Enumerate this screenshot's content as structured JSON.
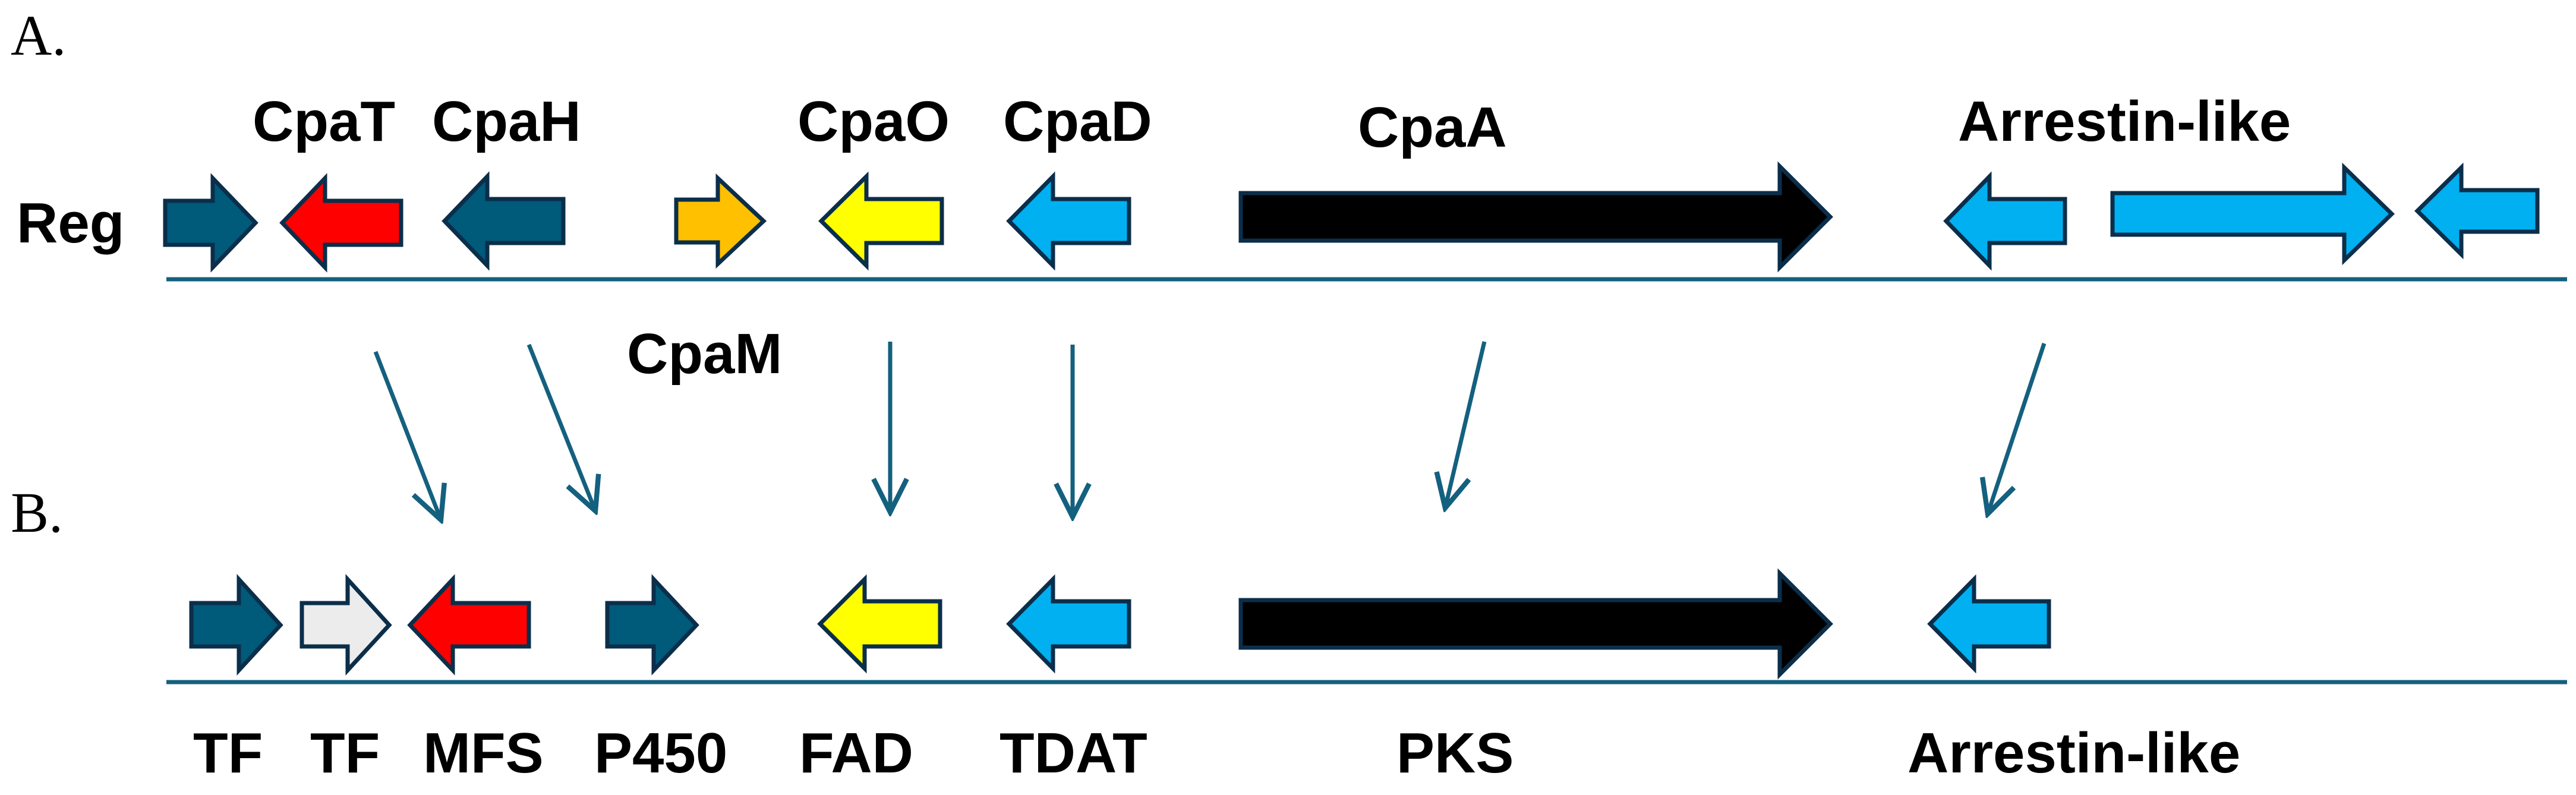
{
  "panels": {
    "a": {
      "letter": "A."
    },
    "b": {
      "letter": "B."
    }
  },
  "labels": {
    "reg": "Reg",
    "cpat": "CpaT",
    "cpah": "CpaH",
    "cpao": "CpaO",
    "cpad": "CpaD",
    "cpaa": "CpaA",
    "arrestin_top": "Arrestin-like",
    "cpam": "CpaM",
    "tf1": "TF",
    "tf2": "TF",
    "mfs": "MFS",
    "p450": "P450",
    "fad": "FAD",
    "tdat": "TDAT",
    "pks": "PKS",
    "arrestin_bottom": "Arrestin-like"
  },
  "colors": {
    "dark_teal": "#005a7a",
    "red": "#ff0000",
    "orange": "#ffc000",
    "yellow": "#ffff00",
    "light_blue": "#00b0f0",
    "black": "#000000",
    "light_gray": "#ececec",
    "line": "#14607f",
    "outline": "#0b2e4a"
  }
}
